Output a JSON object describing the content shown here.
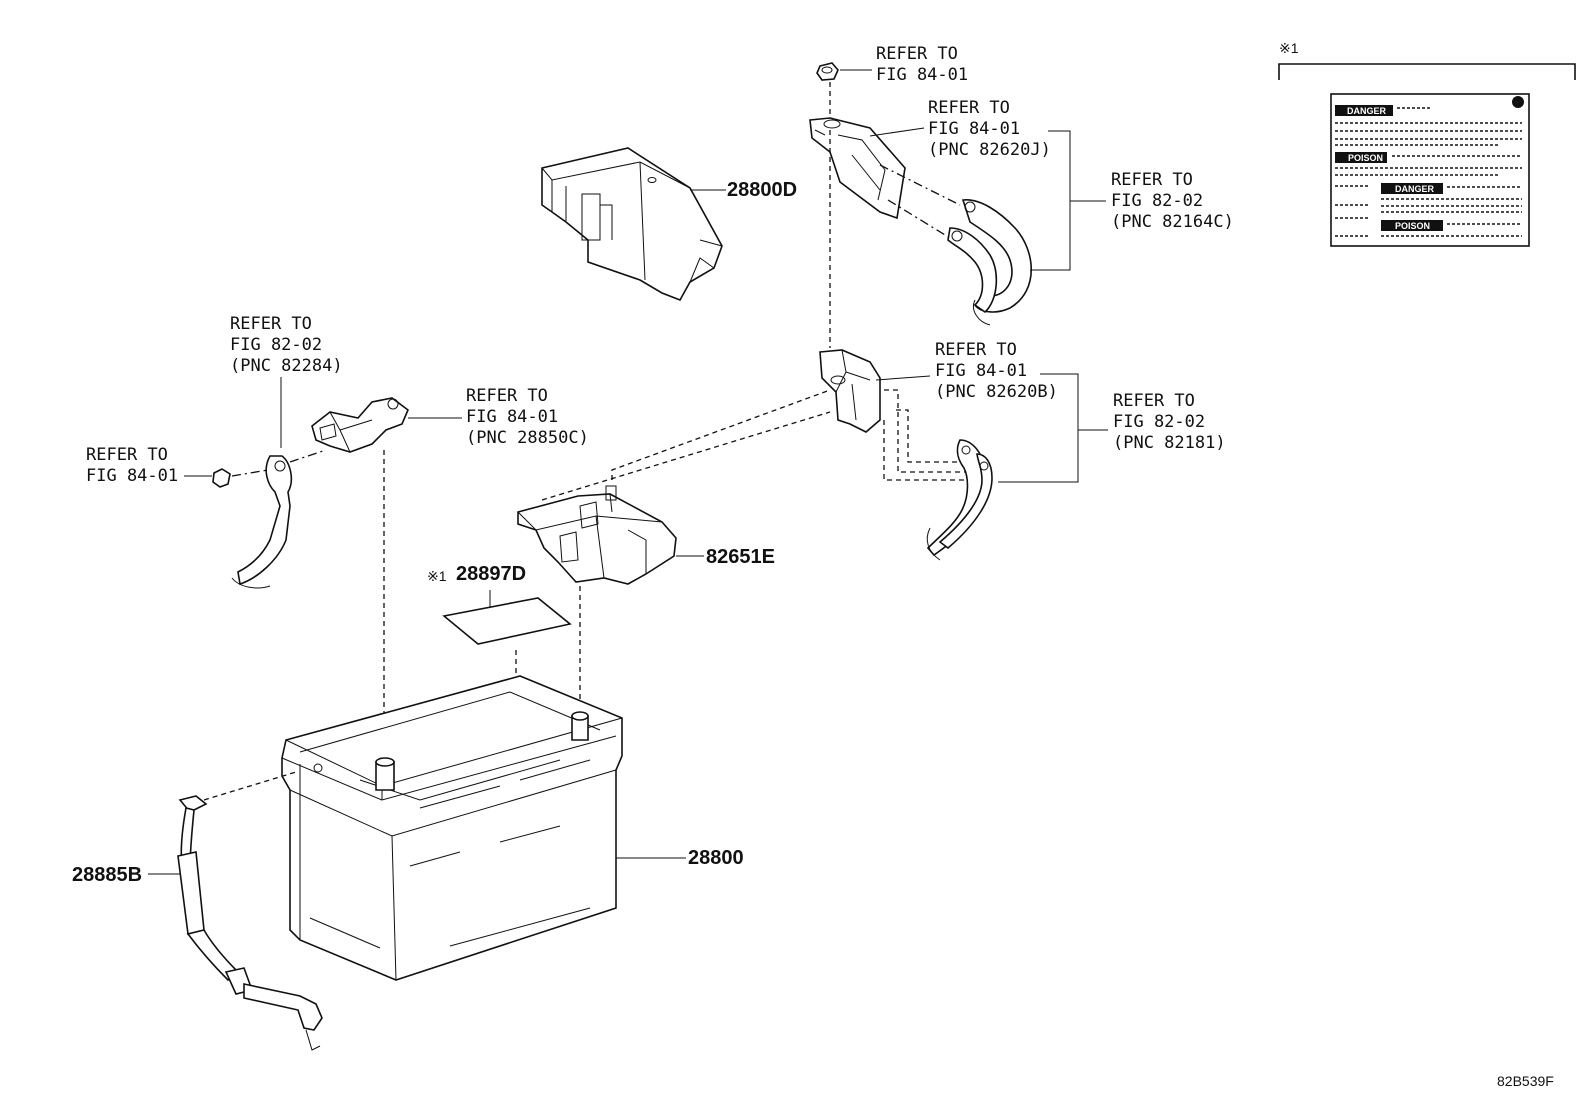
{
  "diagram_code": "82B539F",
  "note_mark": "※1",
  "parts": {
    "cover": "28800D",
    "terminal_holder": "82651E",
    "caution_label": "28897D",
    "caution_label_mark": "※1",
    "battery": "28800",
    "cable": "28885B"
  },
  "refs": {
    "nut_top": [
      "REFER TO",
      "FIG 84-01"
    ],
    "bracket_top": [
      "REFER TO",
      "FIG 84-01",
      "(PNC 82620J)"
    ],
    "cable_top": [
      "REFER TO",
      "FIG 82-02",
      "(PNC 82164C)"
    ],
    "cable_left": [
      "REFER TO",
      "FIG 82-02",
      "(PNC 82284)"
    ],
    "nut_left": [
      "REFER TO",
      "FIG 84-01"
    ],
    "clamp_left": [
      "REFER TO",
      "FIG 84-01",
      "(PNC 28850C)"
    ],
    "bracket_mid": [
      "REFER TO",
      "FIG 84-01",
      "(PNC 82620B)"
    ],
    "cable_mid": [
      "REFER TO",
      "FIG 82-02",
      "(PNC 82181)"
    ]
  },
  "label_badges": {
    "danger": "DANGER",
    "poison": "POISON"
  }
}
